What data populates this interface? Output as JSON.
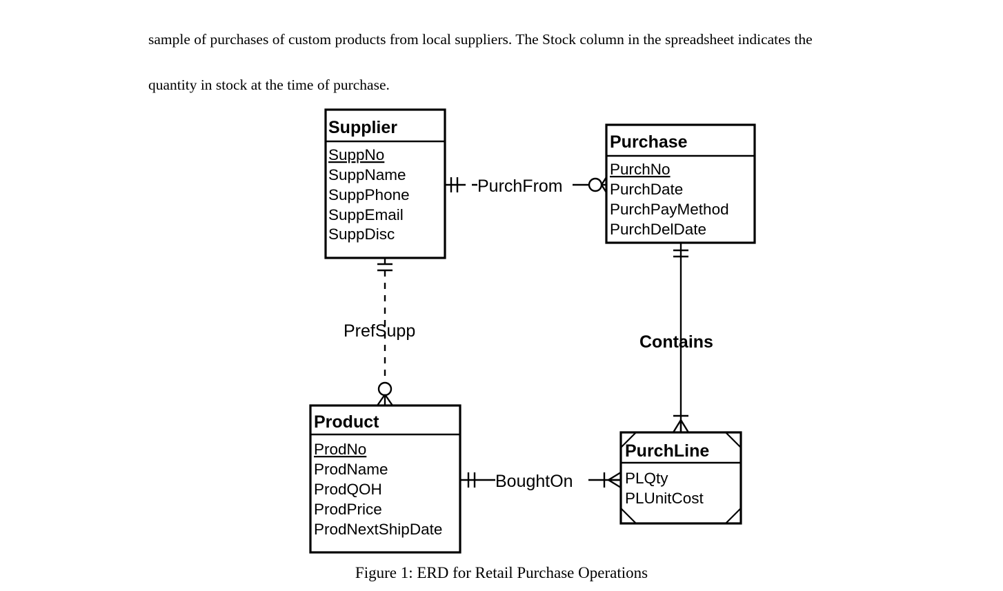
{
  "document": {
    "intro_paragraph": "sample of purchases of custom products from local suppliers. The Stock column in the spreadsheet indicates the quantity in stock at the time of purchase.",
    "figure_caption": "Figure 1: ERD for Retail Purchase Operations"
  },
  "diagram": {
    "type": "entity-relationship-diagram",
    "notation": "crow's foot",
    "entities": [
      {
        "id": "supplier",
        "name": "Supplier",
        "weak": false,
        "attributes": [
          {
            "name": "SuppNo",
            "primary_key": true
          },
          {
            "name": "SuppName",
            "primary_key": false
          },
          {
            "name": "SuppPhone",
            "primary_key": false
          },
          {
            "name": "SuppEmail",
            "primary_key": false
          },
          {
            "name": "SuppDisc",
            "primary_key": false
          }
        ]
      },
      {
        "id": "purchase",
        "name": "Purchase",
        "weak": false,
        "attributes": [
          {
            "name": "PurchNo",
            "primary_key": true
          },
          {
            "name": "PurchDate",
            "primary_key": false
          },
          {
            "name": "PurchPayMethod",
            "primary_key": false
          },
          {
            "name": "PurchDelDate",
            "primary_key": false
          }
        ]
      },
      {
        "id": "product",
        "name": "Product",
        "weak": false,
        "attributes": [
          {
            "name": "ProdNo",
            "primary_key": true
          },
          {
            "name": "ProdName",
            "primary_key": false
          },
          {
            "name": "ProdQOH",
            "primary_key": false
          },
          {
            "name": "ProdPrice",
            "primary_key": false
          },
          {
            "name": "ProdNextShipDate",
            "primary_key": false
          }
        ]
      },
      {
        "id": "purchline",
        "name": "PurchLine",
        "weak": true,
        "attributes": [
          {
            "name": "PLQty",
            "primary_key": false
          },
          {
            "name": "PLUnitCost",
            "primary_key": false
          }
        ]
      }
    ],
    "relationships": [
      {
        "id": "purchfrom",
        "label": "PurchFrom",
        "style": "dashed",
        "identifying": false,
        "bold_label": false,
        "from": {
          "entity": "supplier",
          "cardinality": "one-and-only-one"
        },
        "to": {
          "entity": "purchase",
          "cardinality": "zero-or-many"
        }
      },
      {
        "id": "prefsupp",
        "label": "PrefSupp",
        "style": "dashed",
        "identifying": false,
        "bold_label": false,
        "from": {
          "entity": "supplier",
          "cardinality": "one-and-only-one"
        },
        "to": {
          "entity": "product",
          "cardinality": "zero-or-many"
        }
      },
      {
        "id": "contains",
        "label": "Contains",
        "style": "solid",
        "identifying": true,
        "bold_label": true,
        "from": {
          "entity": "purchase",
          "cardinality": "one-and-only-one"
        },
        "to": {
          "entity": "purchline",
          "cardinality": "one-or-many"
        }
      },
      {
        "id": "boughton",
        "label": "BoughtOn",
        "style": "solid",
        "identifying": true,
        "bold_label": false,
        "from": {
          "entity": "product",
          "cardinality": "one-and-only-one"
        },
        "to": {
          "entity": "purchline",
          "cardinality": "one-or-many"
        }
      }
    ]
  },
  "colors": {
    "background": "#ffffff",
    "stroke": "#000000",
    "text": "#000000"
  }
}
